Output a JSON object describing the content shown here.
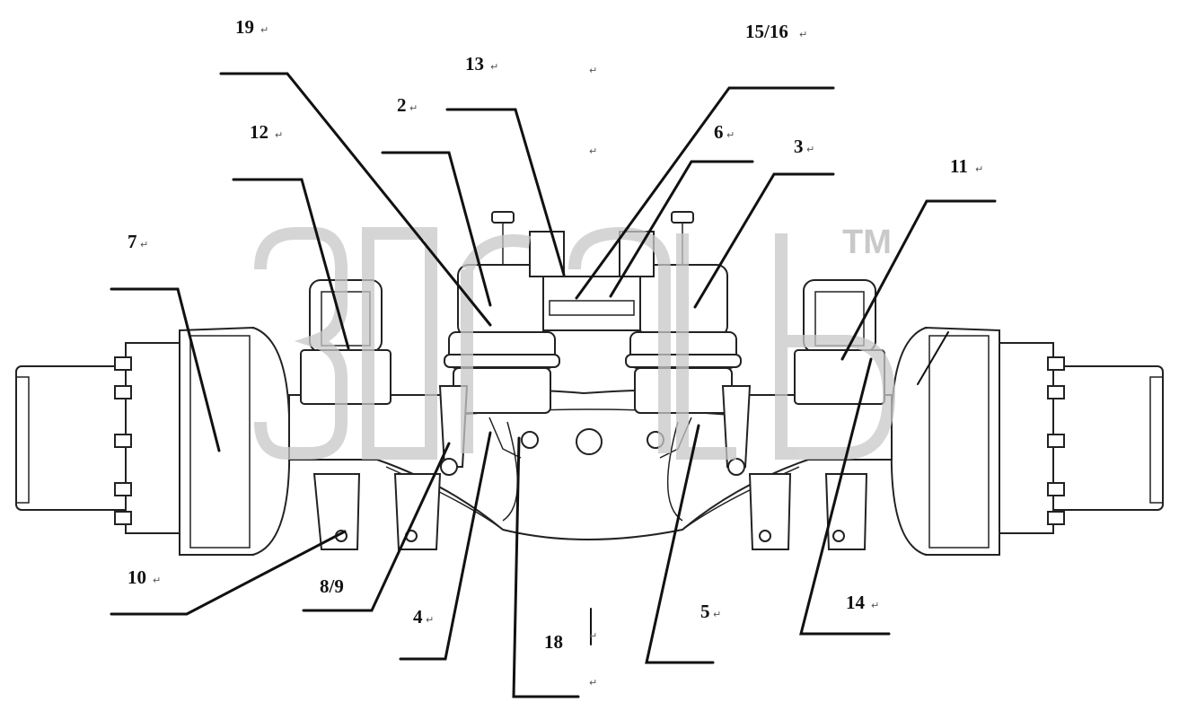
{
  "watermark": {
    "trademark": "TM"
  },
  "callouts": {
    "c19": "19",
    "c13": "13",
    "c15_16": "15/16",
    "c2": "2",
    "c12": "12",
    "c6": "6",
    "c3": "3",
    "c11": "11",
    "c7": "7",
    "c10": "10",
    "c8_9": "8/9",
    "c4": "4",
    "c5": "5",
    "c14": "14",
    "c18": "18"
  },
  "return_mark": "↵",
  "colors": {
    "line": "#111111",
    "watermark": "#c8c8c8",
    "background": "#ffffff"
  }
}
